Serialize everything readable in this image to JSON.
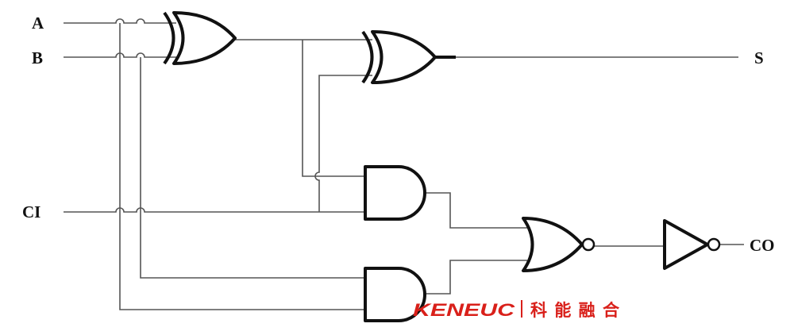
{
  "diagram": {
    "inputs": {
      "a": "A",
      "b": "B",
      "ci": "CI"
    },
    "outputs": {
      "s": "S",
      "co": "CO"
    },
    "gates": {
      "xor1": "XOR",
      "xor2": "XOR",
      "and1": "AND",
      "and2": "AND",
      "nor": "NOR",
      "not": "NOT"
    }
  },
  "watermark": {
    "brand": "KENEUC",
    "chinese": "科能融合",
    "color": "#d9201a"
  }
}
